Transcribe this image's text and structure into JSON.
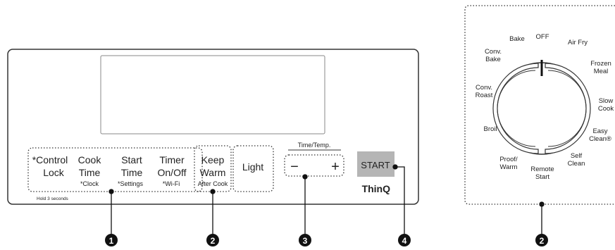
{
  "control_panel": {
    "buttons": [
      {
        "line1": "*Control",
        "line2": "Lock",
        "sub": ""
      },
      {
        "line1": "Cook",
        "line2": "Time",
        "sub": "*Clock"
      },
      {
        "line1": "Start",
        "line2": "Time",
        "sub": "*Settings"
      },
      {
        "line1": "Timer",
        "line2": "On/Off",
        "sub": "*Wi-Fi"
      }
    ],
    "hold_note": "Hold 3 seconds",
    "keep_warm": {
      "line1": "Keep",
      "line2": "Warm",
      "sub": "After Cook"
    },
    "light": "Light",
    "time_temp": {
      "label": "Time/Temp.",
      "minus": "−",
      "plus": "+"
    },
    "start": "START",
    "brand": "ThinQ"
  },
  "dial": {
    "modes": [
      "OFF",
      "Air Fry",
      "Frozen Meal",
      "Slow Cook",
      "Easy Clean®",
      "Self Clean",
      "Remote Start",
      "Proof/ Warm",
      "Broil",
      "Conv. Roast",
      "Conv. Bake",
      "Bake"
    ]
  },
  "callouts": [
    "1",
    "2",
    "3",
    "4",
    "2"
  ],
  "colors": {
    "start_button": "#b5b5b5",
    "outline": "#333333",
    "callout": "#111111"
  }
}
